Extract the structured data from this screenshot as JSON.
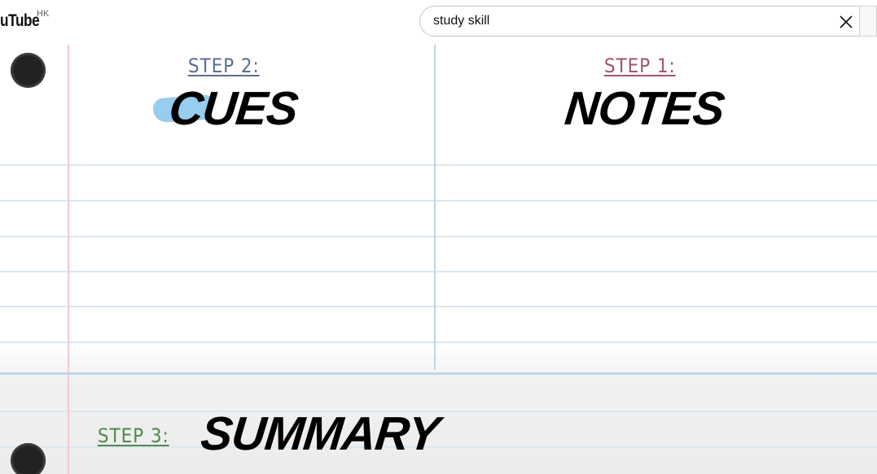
{
  "header": {
    "logo_text": "uTube",
    "region": "HK"
  },
  "search": {
    "value": "study skill",
    "clear_icon": "close-icon"
  },
  "video": {
    "step2_label": "STEP 2:",
    "cues_title": "CUES",
    "step1_label": "STEP 1:",
    "notes_title": "NOTES",
    "step3_label": "STEP 3:",
    "summary_title": "SUMMARY",
    "colors": {
      "step2": "#5a6f8e",
      "step1": "#a0566c",
      "step3": "#4f8a4a",
      "rule": "#dbe7f1",
      "margin": "#f3c8cf",
      "cues_swash": "#8cc8ec"
    }
  }
}
